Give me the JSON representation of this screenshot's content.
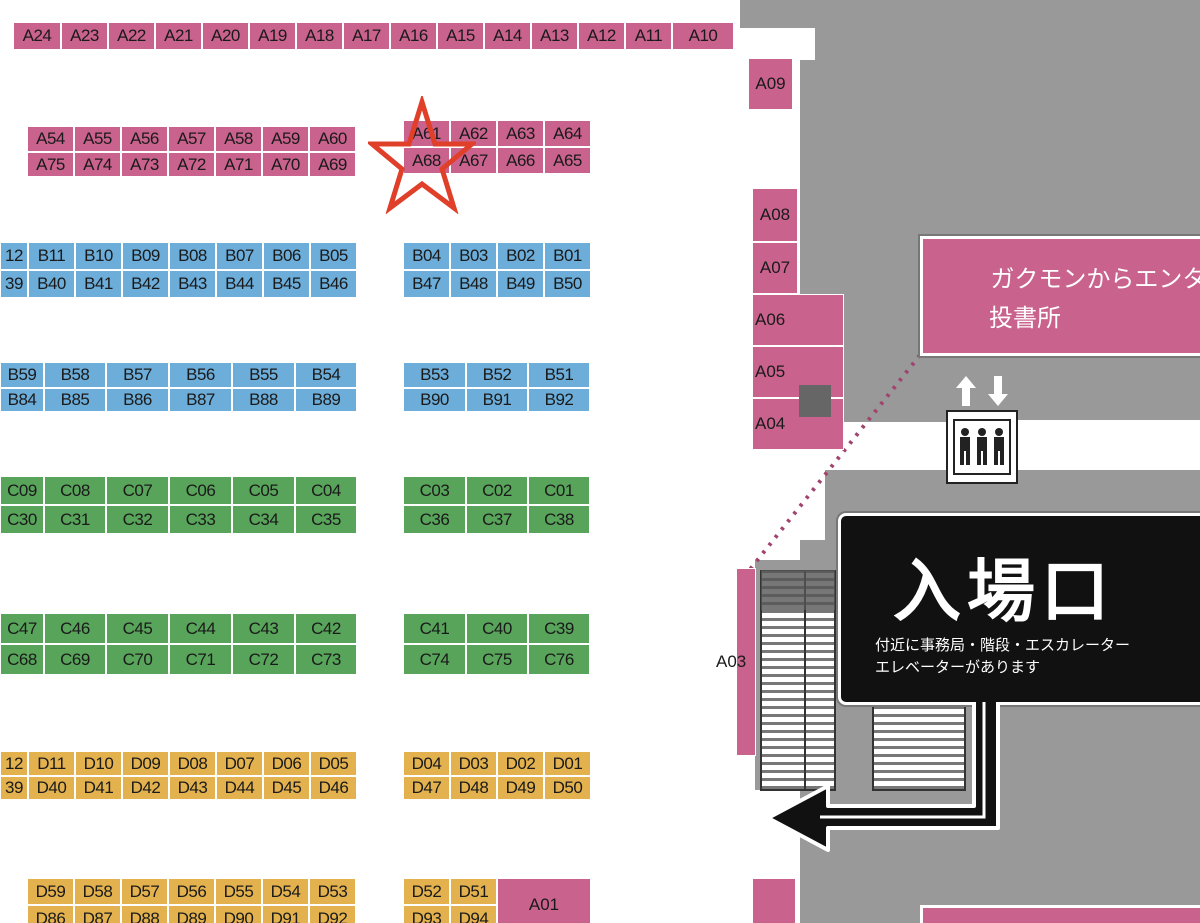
{
  "colors": {
    "hall_a": "#c9628d",
    "hall_b": "#6cadd9",
    "hall_c": "#58a45a",
    "hall_d": "#e3b24f",
    "corridor": "#999999",
    "entrance_bg": "#111111",
    "marker": "#e0402a"
  },
  "rows": {
    "a_top": [
      "A24",
      "A23",
      "A22",
      "A21",
      "A20",
      "A19",
      "A18",
      "A17",
      "A16",
      "A15",
      "A14",
      "A13",
      "A12",
      "A11",
      "A10"
    ],
    "a_upper_left": [
      "A54",
      "A55",
      "A56",
      "A57",
      "A58",
      "A59",
      "A60"
    ],
    "a_lower_left": [
      "A75",
      "A74",
      "A73",
      "A72",
      "A71",
      "A70",
      "A69"
    ],
    "a_upper_right": [
      "A61",
      "A62",
      "A63",
      "A64"
    ],
    "a_lower_right": [
      "A68",
      "A67",
      "A66",
      "A65"
    ],
    "b_upper_left": [
      "12",
      "B11",
      "B10",
      "B09",
      "B08",
      "B07",
      "B06",
      "B05"
    ],
    "b_lower_left": [
      "39",
      "B40",
      "B41",
      "B42",
      "B43",
      "B44",
      "B45",
      "B46"
    ],
    "b_upper_right": [
      "B04",
      "B03",
      "B02",
      "B01"
    ],
    "b_lower_right": [
      "B47",
      "B48",
      "B49",
      "B50"
    ],
    "b2_upper_left": [
      "B59",
      "B58",
      "B57",
      "B56",
      "B55",
      "B54"
    ],
    "b2_lower_left": [
      "B84",
      "B85",
      "B86",
      "B87",
      "B88",
      "B89"
    ],
    "b2_upper_right": [
      "B53",
      "B52",
      "B51"
    ],
    "b2_lower_right": [
      "B90",
      "B91",
      "B92"
    ],
    "c_upper_left": [
      "C09",
      "C08",
      "C07",
      "C06",
      "C05",
      "C04"
    ],
    "c_lower_left": [
      "C30",
      "C31",
      "C32",
      "C33",
      "C34",
      "C35"
    ],
    "c_upper_right": [
      "C03",
      "C02",
      "C01"
    ],
    "c_lower_right": [
      "C36",
      "C37",
      "C38"
    ],
    "c2_upper_left": [
      "C47",
      "C46",
      "C45",
      "C44",
      "C43",
      "C42"
    ],
    "c2_lower_left": [
      "C68",
      "C69",
      "C70",
      "C71",
      "C72",
      "C73"
    ],
    "c2_upper_right": [
      "C41",
      "C40",
      "C39"
    ],
    "c2_lower_right": [
      "C74",
      "C75",
      "C76"
    ],
    "d_upper_left": [
      "12",
      "D11",
      "D10",
      "D09",
      "D08",
      "D07",
      "D06",
      "D05"
    ],
    "d_lower_left": [
      "39",
      "D40",
      "D41",
      "D42",
      "D43",
      "D44",
      "D45",
      "D46"
    ],
    "d_upper_right": [
      "D04",
      "D03",
      "D02",
      "D01"
    ],
    "d_lower_right": [
      "D47",
      "D48",
      "D49",
      "D50"
    ],
    "d2_upper_left": [
      "D59",
      "D58",
      "D57",
      "D56",
      "D55",
      "D54",
      "D53"
    ],
    "d2_lower_left": [
      "D86",
      "D87",
      "D88",
      "D89",
      "D90",
      "D91",
      "D92"
    ],
    "d2_upper_right": [
      "D52",
      "D51"
    ],
    "d2_lower_right": [
      "D93",
      "D94"
    ]
  },
  "side_booths": {
    "a09": "A09",
    "a08": "A08",
    "a07": "A07",
    "a06": "A06",
    "a05": "A05",
    "a04": "A04",
    "a03": "A03",
    "a01": "A01"
  },
  "postbox": {
    "line1": "ガクモンからエンタメ",
    "line2": "投書所"
  },
  "entrance": {
    "title": "入場口",
    "note1": "付近に事務局・階段・エスカレーター",
    "note2": "エレベーターがあります"
  },
  "icons": {
    "marker": "star-icon",
    "elevator": "elevator-icon",
    "arrow": "arrow-left-icon",
    "updown": "up-down-arrows-icon"
  }
}
